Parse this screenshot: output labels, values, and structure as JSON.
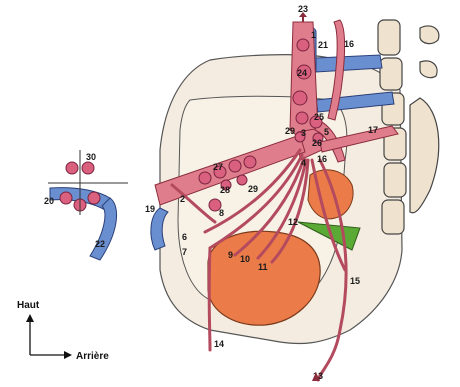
{
  "labels": [
    "1",
    "2",
    "3",
    "4",
    "5",
    "6",
    "7",
    "8",
    "9",
    "10",
    "11",
    "12",
    "13",
    "14",
    "15",
    "16",
    "16",
    "17",
    "19",
    "20",
    "21",
    "22",
    "23",
    "24",
    "25",
    "26",
    "27",
    "28",
    "29",
    "29",
    "30"
  ],
  "axes": {
    "up": "Haut",
    "right": "Arrière"
  },
  "colors": {
    "artery": "#e07d8c",
    "vein": "#6a8fd0",
    "node": "#d9607f",
    "bone": "#e9dcc6",
    "kidney": "#ec7b4a",
    "green": "#5aaa35",
    "outline": "#333333"
  }
}
